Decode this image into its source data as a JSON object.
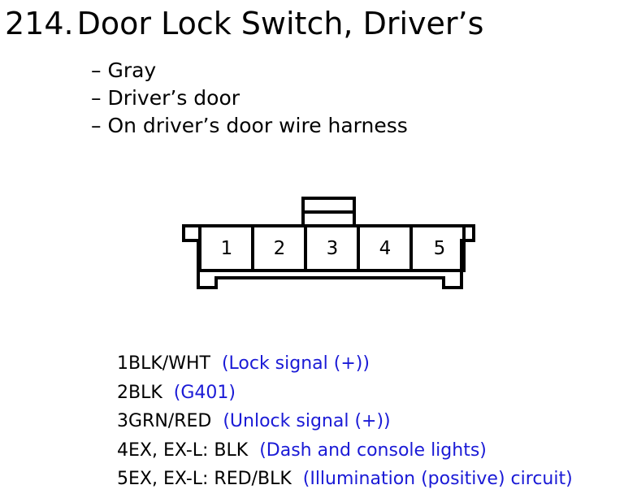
{
  "header": {
    "number": "214.",
    "title": "Door Lock Switch, Driver’s"
  },
  "info": [
    "– Gray",
    "– Driver’s door",
    "– On driver’s door wire harness"
  ],
  "connector": {
    "pins": [
      "1",
      "2",
      "3",
      "4",
      "5"
    ]
  },
  "wires": [
    {
      "pin": "1",
      "code": "BLK/WHT",
      "desc": "(Lock signal (+))"
    },
    {
      "pin": "2",
      "code": "BLK",
      "desc": "(G401)"
    },
    {
      "pin": "3",
      "code": "GRN/RED",
      "desc": "(Unlock signal (+))"
    },
    {
      "pin": "4",
      "code": "EX, EX-L: BLK",
      "desc": "(Dash and console lights)"
    },
    {
      "pin": "5",
      "code": "EX, EX-L: RED/BLK",
      "desc": "(Illumination (positive) circuit)"
    }
  ],
  "colors": {
    "description_text": "#1a1ad6"
  }
}
